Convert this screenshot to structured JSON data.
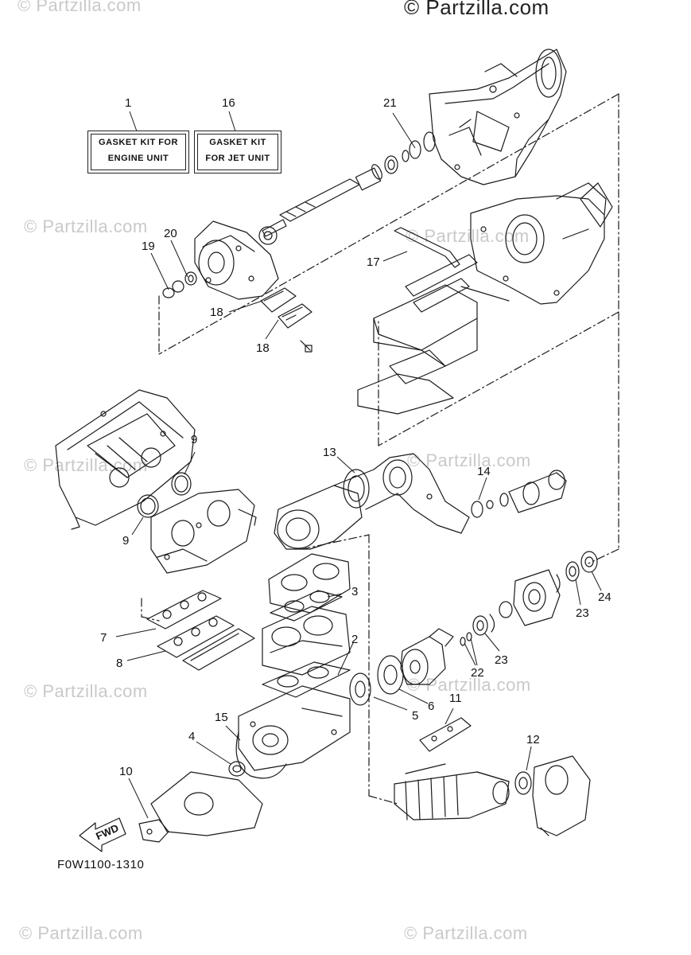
{
  "watermark": {
    "top": "© Partzilla.com",
    "repeat": "© Partzilla.com"
  },
  "kits": [
    {
      "number": "1",
      "line1": "GASKET KIT FOR",
      "line2": "ENGINE UNIT"
    },
    {
      "number": "16",
      "line1": "GASKET KIT",
      "line2": "FOR JET UNIT"
    }
  ],
  "callouts": {
    "c2": "2",
    "c3": "3",
    "c4": "4",
    "c5": "5",
    "c6": "6",
    "c7": "7",
    "c8": "8",
    "c9a": "9",
    "c9b": "9",
    "c10": "10",
    "c11": "11",
    "c12": "12",
    "c13": "13",
    "c14": "14",
    "c15": "15",
    "c17": "17",
    "c18a": "18",
    "c18b": "18",
    "c19": "19",
    "c20": "20",
    "c21": "21",
    "c22": "22",
    "c23a": "23",
    "c23b": "23",
    "c24": "24"
  },
  "fwd_label": "FWD",
  "diagram_code": "F0W1100-1310"
}
